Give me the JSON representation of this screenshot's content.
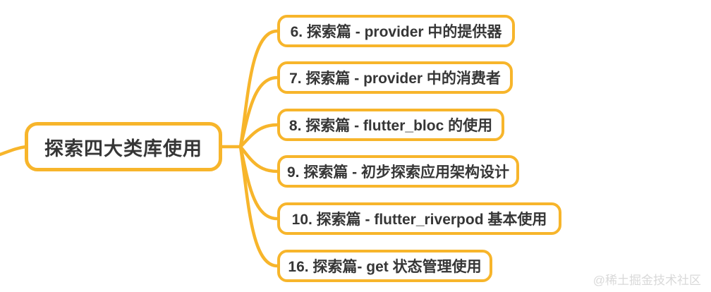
{
  "diagram": {
    "type": "mindmap",
    "root": {
      "label": "探索四大类库使用"
    },
    "children": [
      {
        "label": "6. 探索篇 - provider 中的提供器"
      },
      {
        "label": "7. 探索篇 - provider 中的消费者"
      },
      {
        "label": "8. 探索篇 - flutter_bloc 的使用"
      },
      {
        "label": "9. 探索篇 - 初步探索应用架构设计"
      },
      {
        "label": "10. 探索篇 - flutter_riverpod 基本使用"
      },
      {
        "label": "16. 探索篇- get 状态管理使用"
      }
    ],
    "colors": {
      "branch": "#F7B52B",
      "node_border": "#F7B52B",
      "node_background": "#FFFFFF",
      "text": "#363636",
      "watermark": "#D9D9D9"
    },
    "watermark": "@稀土掘金技术社区"
  }
}
